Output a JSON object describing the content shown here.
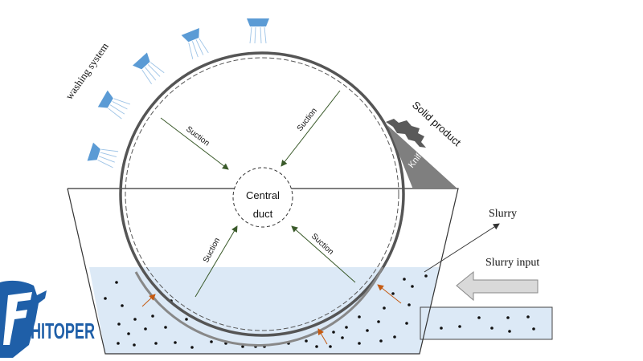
{
  "labels": {
    "washing_system": "washing system",
    "solid_product": "Solid product",
    "knife": "Knife",
    "central_duct_line1": "Central",
    "central_duct_line2": "duct",
    "suction": "Suction",
    "slurry": "Slurry",
    "slurry_input": "Slurry input"
  },
  "logo": {
    "text": "HITOPER",
    "mark": "F"
  },
  "colors": {
    "slurry_fill": "#dce9f6",
    "drum_stroke": "#555555",
    "nozzle": "#5b9bd5",
    "suction_arrow": "#3a5a2a",
    "cake_arrow": "#c55a11",
    "knife": "#7f7f7f",
    "input_arrow": "#d9d9d9",
    "logo_blue": "#1f5fa8"
  },
  "icons": [
    "spray-nozzle-icon",
    "input-arrow-icon",
    "knife-icon",
    "logo-icon"
  ]
}
